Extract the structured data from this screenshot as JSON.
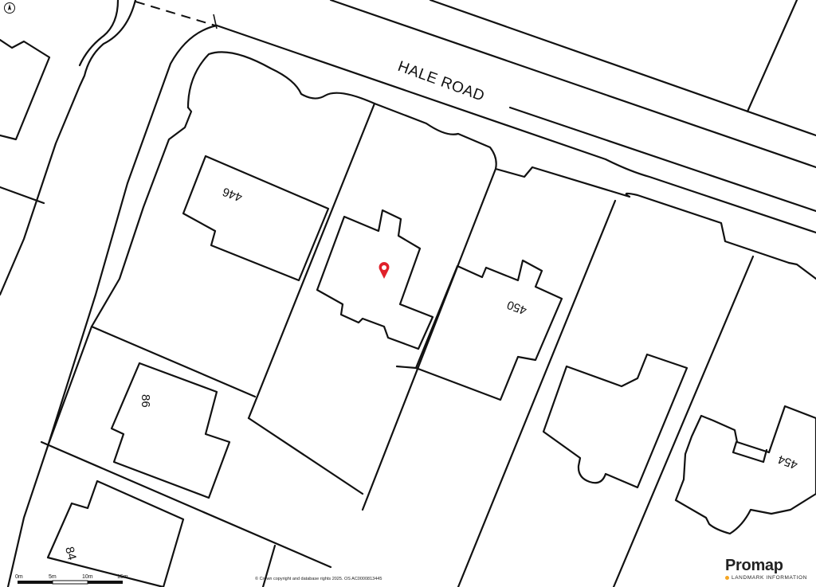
{
  "map": {
    "road_name": "HALE ROAD",
    "house_numbers": [
      "446",
      "450",
      "454",
      "86",
      "84"
    ],
    "target_marker": "location-pin",
    "marker_color": "#e0202a"
  },
  "scale_bar": {
    "labels": [
      "0m",
      "5m",
      "10m",
      "15m"
    ]
  },
  "copyright": "© Crown copyright and database rights 2025. OS AC0000813445",
  "brand": {
    "name": "Promap",
    "tagline": "LANDMARK INFORMATION",
    "accent": "#f5a623"
  },
  "north_arrow": "north-arrow-icon"
}
